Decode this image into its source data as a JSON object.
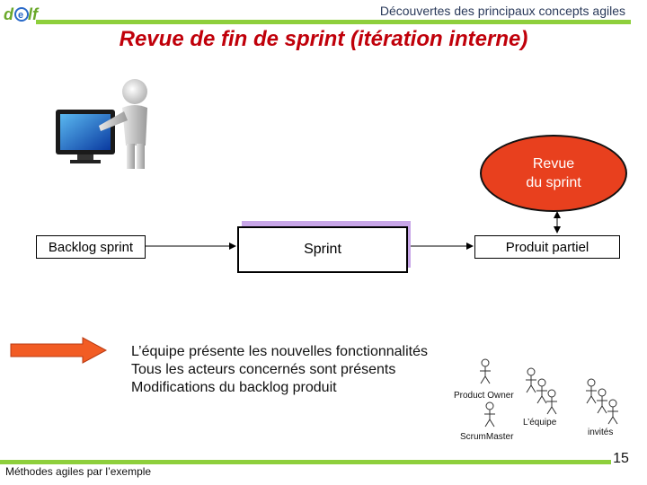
{
  "header": {
    "subtitle": "Découvertes des principaux concepts agiles"
  },
  "title": "Revue de fin de sprint (itération interne)",
  "oval": {
    "line1": "Revue",
    "line2": "du sprint"
  },
  "boxes": {
    "backlog": "Backlog sprint",
    "sprint": "Sprint",
    "produit": "Produit partiel"
  },
  "description": [
    "L’équipe présente les nouvelles fonctionnalités",
    "Tous les acteurs concernés sont présents",
    "Modifications du backlog produit"
  ],
  "people": {
    "product_owner": "Product Owner",
    "scrum_master": "ScrumMaster",
    "team": "L’équipe",
    "guests": "invités"
  },
  "footer": {
    "text": "Méthodes agiles par l’exemple",
    "page": "15"
  },
  "colors": {
    "accent_green": "#8ecf3c",
    "title_red": "#c0000a",
    "oval_orange": "#e8401e",
    "arrow_orange": "#f25c24"
  }
}
